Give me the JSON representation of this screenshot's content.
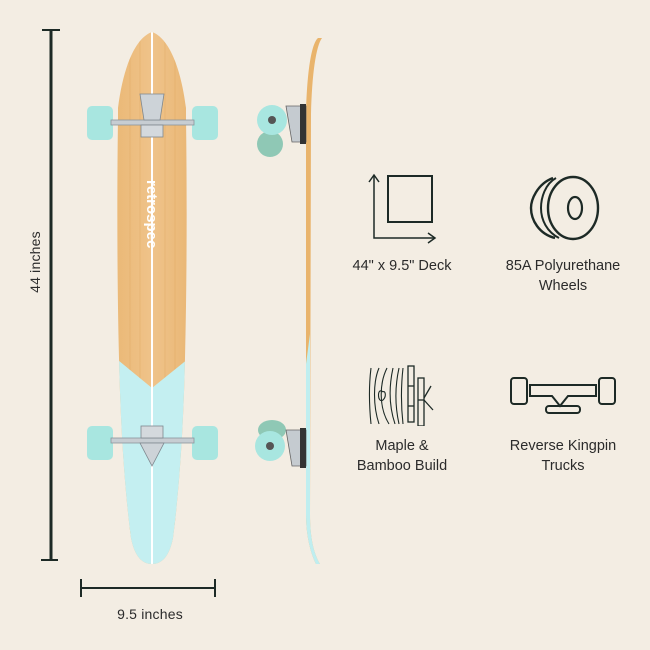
{
  "product": {
    "brand_text": "retrospec",
    "colors": {
      "background": "#f3ede3",
      "bamboo": "#e8b46f",
      "mint": "#bfeef0",
      "wheel": "#a8e6e0",
      "ink": "#1d2a26"
    }
  },
  "dimensions": {
    "length_label": "44 inches",
    "width_label": "9.5 inches"
  },
  "features": [
    {
      "icon": "deck-size-icon",
      "label_line1": "44\" x 9.5\" Deck",
      "label_line2": ""
    },
    {
      "icon": "wheel-icon",
      "label_line1": "85A Polyurethane",
      "label_line2": "Wheels"
    },
    {
      "icon": "wood-bamboo-icon",
      "label_line1": "Maple &",
      "label_line2": "Bamboo Build"
    },
    {
      "icon": "truck-icon",
      "label_line1": "Reverse Kingpin",
      "label_line2": "Trucks"
    }
  ]
}
